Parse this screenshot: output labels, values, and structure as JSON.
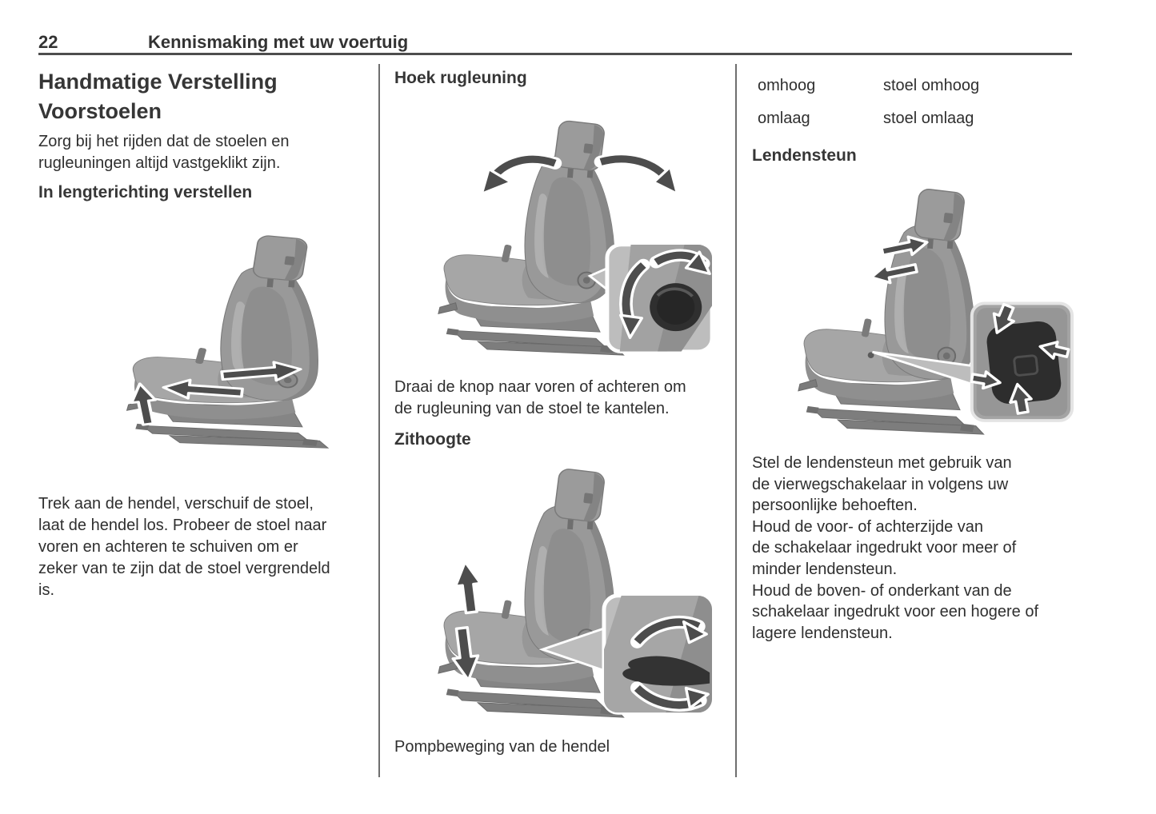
{
  "page": {
    "number": "22",
    "chapter": "Kennismaking met uw voertuig"
  },
  "left_column": {
    "title_line1": "Handmatige Verstelling",
    "title_line2": "Voorstoelen",
    "intro_lines": [
      "Zorg bij het rijden dat de stoelen en",
      "rugleuningen altijd vastgeklikt zijn."
    ],
    "subheading": "In lengterichting verstellen",
    "figure": "seat-longitudinal-slide-illustration",
    "body_lines": [
      "Trek aan de hendel, verschuif de stoel,",
      "laat de hendel los. Probeer de stoel naar",
      "voren en achteren te schuiven om er",
      "zeker van te zijn dat de stoel vergrendeld",
      "is."
    ]
  },
  "middle_column": {
    "heading_backrest": "Hoek rugleuning",
    "figure_backrest": "seat-backrest-angle-illustration",
    "body_backrest_lines": [
      "Draai de knop naar voren of achteren om",
      "de rugleuning van de stoel te kantelen."
    ],
    "heading_height": "Zithoogte",
    "figure_height": "seat-height-pump-illustration",
    "caption_height": "Pompbeweging van de hendel"
  },
  "right_column": {
    "actions_table": [
      {
        "control": "omhoog",
        "result": "stoel omhoog"
      },
      {
        "control": "omlaag",
        "result": "stoel omlaag"
      }
    ],
    "heading": "Lendensteun",
    "figure": "seat-lumbar-4way-illustration",
    "body_lines": [
      "Stel de lendensteun met gebruik van",
      "de vierwegschakelaar in volgens uw",
      "persoonlijke behoeften.",
      "Houd de voor- of achterzijde van",
      "de schakelaar ingedrukt voor meer of",
      "minder lendensteun.",
      "Houd de boven- of onderkant van de",
      "schakelaar ingedrukt voor een hogere of",
      "lagere lendensteun."
    ]
  },
  "colors": {
    "text": "#2f2f2f",
    "heading": "#363636",
    "rule": "#4d4d4d",
    "divider": "#6e6e6e",
    "seat_gray": "#9a9a9a",
    "arrow_fill": "#4d4d4d",
    "inset_background": "#bdbdbd"
  }
}
